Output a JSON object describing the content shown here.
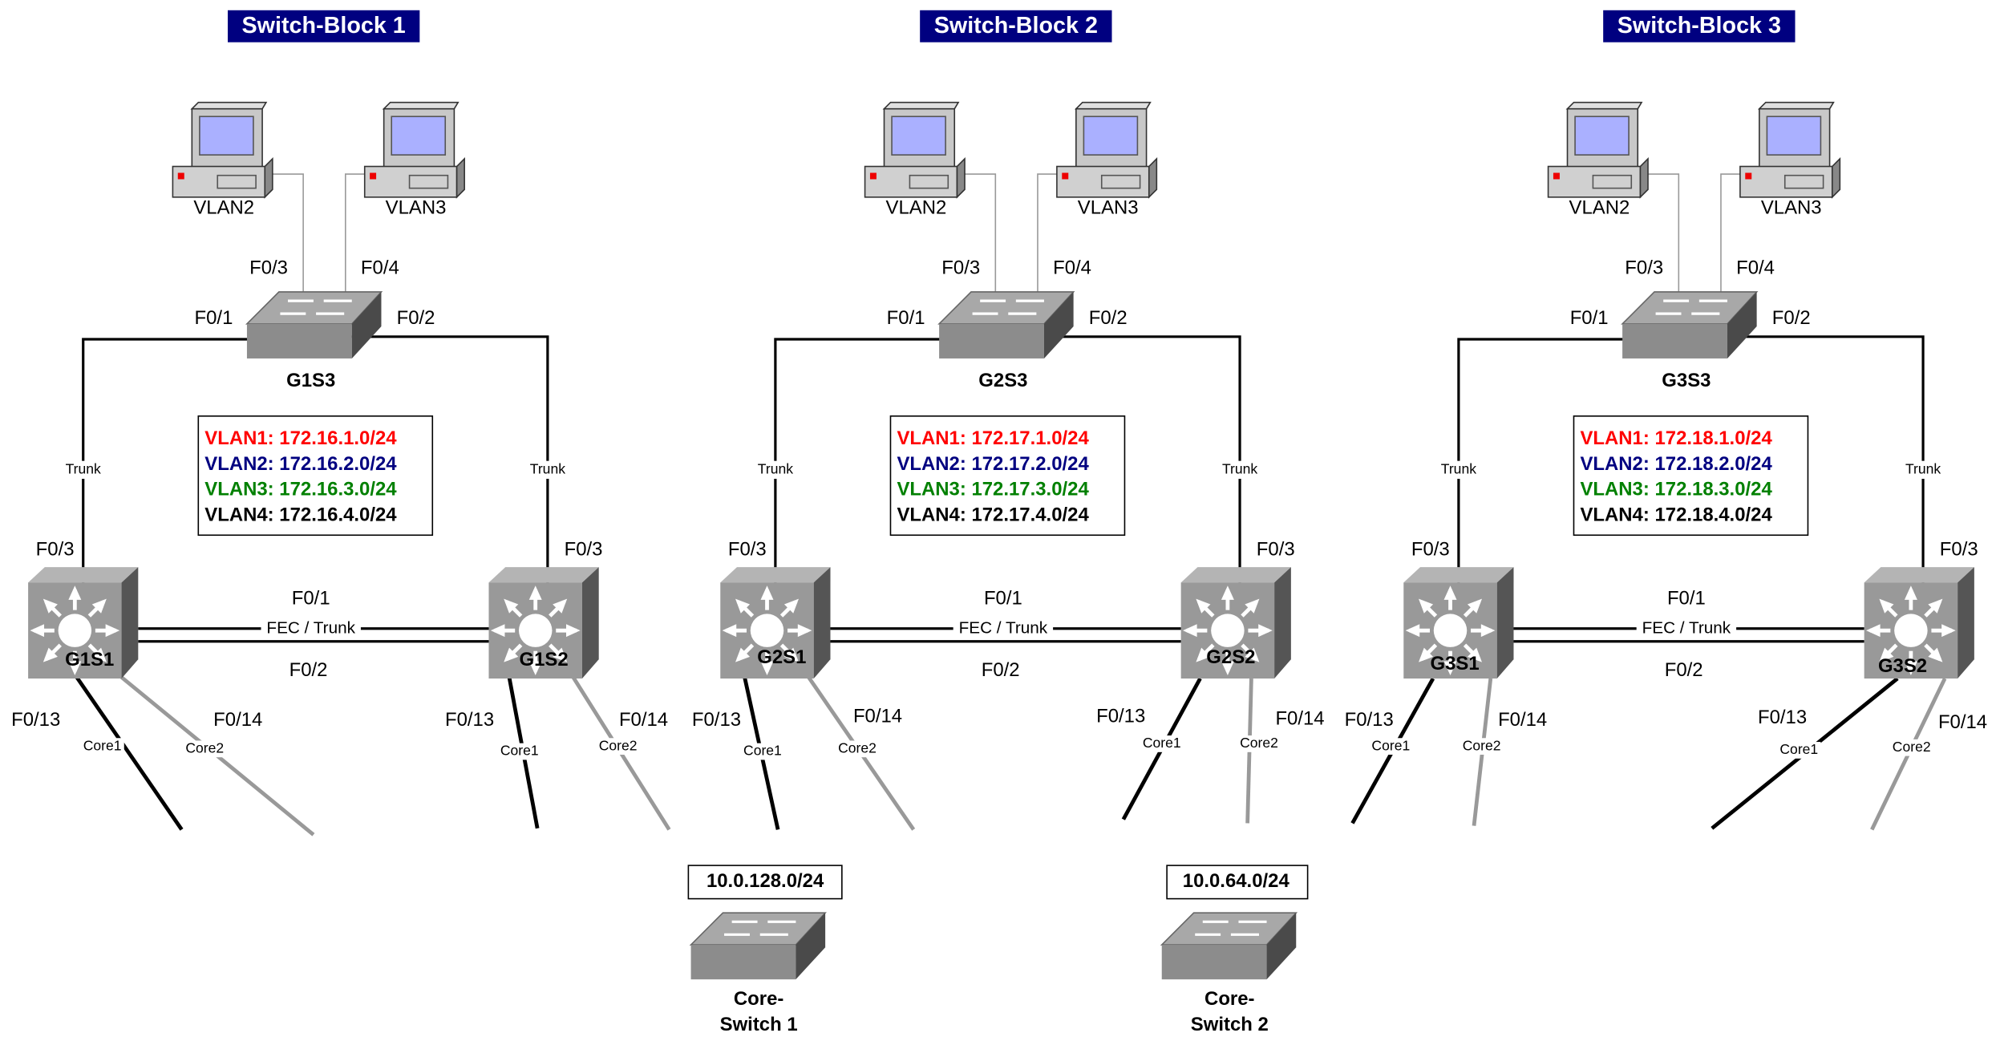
{
  "colors": {
    "title_bg": "#000080",
    "vlan1": "#ff0000",
    "vlan2": "#000080",
    "vlan3": "#008000",
    "vlan4": "#000000",
    "core1_link": "#000000",
    "core2_link": "#999999"
  },
  "blocks": [
    {
      "title": "Switch-Block 1",
      "pcs": [
        "VLAN2",
        "VLAN3"
      ],
      "pc_ports": [
        "F0/3",
        "F0/4"
      ],
      "access": {
        "name": "G1S3",
        "ports": [
          "F0/1",
          "F0/2"
        ]
      },
      "trunk_label": "Trunk",
      "vlans": [
        "VLAN1: 172.16.1.0/24",
        "VLAN2: 172.16.2.0/24",
        "VLAN3: 172.16.3.0/24",
        "VLAN4: 172.16.4.0/24"
      ],
      "fec": {
        "top": "F0/1",
        "label": "FEC / Trunk",
        "bottom": "F0/2"
      },
      "dist": [
        {
          "name": "G1S1",
          "uplink_port": "F0/3",
          "core_ports": [
            "F0/13",
            "F0/14"
          ],
          "core_links": [
            "Core1",
            "Core2"
          ]
        },
        {
          "name": "G1S2",
          "uplink_port": "F0/3",
          "core_ports": [
            "F0/13",
            "F0/14"
          ],
          "core_links": [
            "Core1",
            "Core2"
          ]
        }
      ]
    },
    {
      "title": "Switch-Block 2",
      "pcs": [
        "VLAN2",
        "VLAN3"
      ],
      "pc_ports": [
        "F0/3",
        "F0/4"
      ],
      "access": {
        "name": "G2S3",
        "ports": [
          "F0/1",
          "F0/2"
        ]
      },
      "trunk_label": "Trunk",
      "vlans": [
        "VLAN1: 172.17.1.0/24",
        "VLAN2: 172.17.2.0/24",
        "VLAN3: 172.17.3.0/24",
        "VLAN4: 172.17.4.0/24"
      ],
      "fec": {
        "top": "F0/1",
        "label": "FEC / Trunk",
        "bottom": "F0/2"
      },
      "dist": [
        {
          "name": "G2S1",
          "uplink_port": "F0/3",
          "core_ports": [
            "F0/13",
            "F0/14"
          ],
          "core_links": [
            "Core1",
            "Core2"
          ]
        },
        {
          "name": "G2S2",
          "uplink_port": "F0/3",
          "core_ports": [
            "F0/13",
            "F0/14"
          ],
          "core_links": [
            "Core1",
            "Core2"
          ]
        }
      ]
    },
    {
      "title": "Switch-Block 3",
      "pcs": [
        "VLAN2",
        "VLAN3"
      ],
      "pc_ports": [
        "F0/3",
        "F0/4"
      ],
      "access": {
        "name": "G3S3",
        "ports": [
          "F0/1",
          "F0/2"
        ]
      },
      "trunk_label": "Trunk",
      "vlans": [
        "VLAN1: 172.18.1.0/24",
        "VLAN2: 172.18.2.0/24",
        "VLAN3: 172.18.3.0/24",
        "VLAN4: 172.18.4.0/24"
      ],
      "fec": {
        "top": "F0/1",
        "label": "FEC / Trunk",
        "bottom": "F0/2"
      },
      "dist": [
        {
          "name": "G3S1",
          "uplink_port": "F0/3",
          "core_ports": [
            "F0/13",
            "F0/14"
          ],
          "core_links": [
            "Core1",
            "Core2"
          ]
        },
        {
          "name": "G3S2",
          "uplink_port": "F0/3",
          "core_ports": [
            "F0/13",
            "F0/14"
          ],
          "core_links": [
            "Core1",
            "Core2"
          ]
        }
      ]
    }
  ],
  "core_switches": [
    {
      "subnet": "10.0.128.0/24",
      "name_line1": "Core-",
      "name_line2": "Switch 1"
    },
    {
      "subnet": "10.0.64.0/24",
      "name_line1": "Core-",
      "name_line2": "Switch 2"
    }
  ]
}
